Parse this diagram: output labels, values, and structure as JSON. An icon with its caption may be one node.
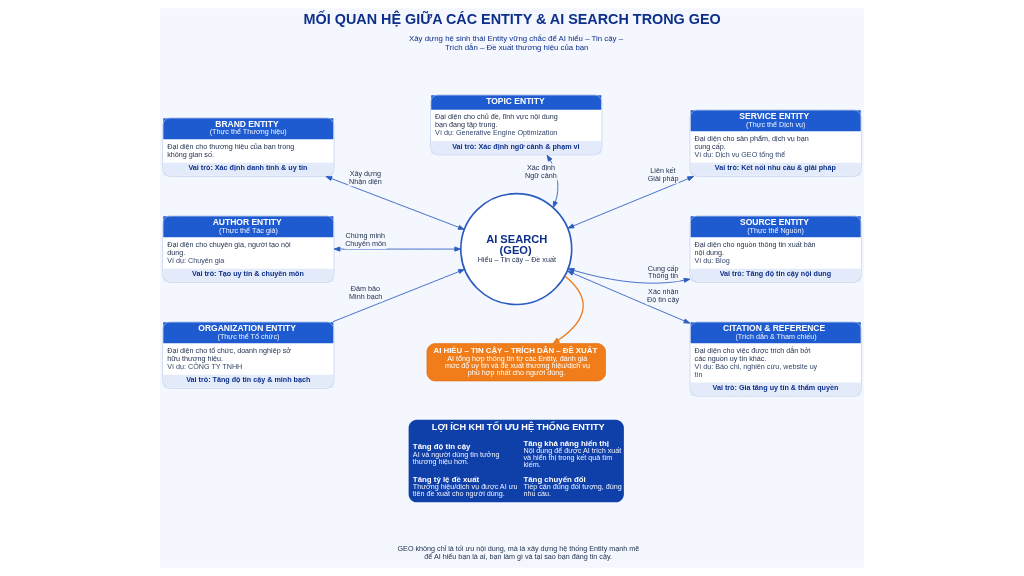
{
  "diagram": {
    "title": "MỐI QUAN HỆ GIỮA CÁC ENTITY & AI SEARCH TRONG GEO",
    "caption": "GEO không chỉ là tối ưu nội dung, mà là xây dựng hệ thống Entity mạnh mẽ để AI hiểu bạn là ai, bạn làm gì và tại sao bạn đáng tin cậy.",
    "nodes": [
      {
        "text": [
          "BRAND ENTITY",
          "(Thực thể Thương hiệu)",
          "Đại diện cho thương hiệu của bạn trong không gian số.",
          "Vai trò: Xác định danh tính & uy tín"
        ]
      },
      {
        "text": [
          "TOPIC ENTITY",
          "Đại diện cho chủ đề, lĩnh vực nội dung bạn đang tập trung.",
          "Ví dụ: Generative Engine Optimization",
          "Vai trò: Xác định ngữ cảnh & phạm vi"
        ]
      },
      {
        "text": [
          "SERVICE ENTITY",
          "(Thực thể Dịch vụ)",
          "Đại diện cho sản phẩm, dịch vụ bạn cung cấp.",
          "Ví dụ: Dịch vụ GEO tổng thể",
          "Vai trò: Kết nối nhu cầu & giải pháp"
        ]
      },
      {
        "text": [
          "AUTHOR ENTITY",
          "(Thực thể Tác giả)",
          "Đại diện cho chuyên gia, người tạo nội dung.",
          "Ví dụ: Chuyên gia",
          "Vai trò: Tạo uy tín & chuyên môn"
        ]
      },
      {
        "text": [
          "AI SEARCH (GEO)",
          "Hiểu – Tin cậy – Đề xuất"
        ]
      },
      {
        "text": [
          "SOURCE ENTITY",
          "(Thực thể Nguồn)",
          "Đại diện cho nguồn thông tin xuất bản nội dung.",
          "Ví dụ: Blog",
          "Vai trò: Tăng độ tin cậy nội dung"
        ]
      },
      {
        "text": [
          "ORGANIZATION ENTITY",
          "(Thực thể Tổ chức)",
          "Đại diện cho tổ chức, doanh nghiệp sở hữu thương hiệu.",
          "Ví dụ: CÔNG TY TNHH",
          "Vai trò: Tăng độ tin cậy & minh bạch"
        ]
      },
      {
        "text": [
          "AI HIỂU – TIN CẬY – TRÍCH DẪN – ĐỀ XUẤT",
          "AI tổng hợp thông tin từ các Entity, đánh giá mức độ uy tín và đề xuất thương hiệu/dịch vụ phù hợp nhất cho người dùng."
        ]
      },
      {
        "text": [
          "CITATION & REFERENCE",
          "(Trích dẫn & Tham chiếu)",
          "Đại diện cho việc được trích dẫn bởi các nguồn uy tín khác.",
          "Ví dụ: Báo chi, nghiên cứu, website uy tín",
          "Vai trò: Gia tăng uy tín & thẩm quyền"
        ]
      },
      {
        "text": [
          "LỢI ÍCH KHI TỐI ƯU HỆ THỐNG ENTITY",
          "Tăng độ tin cậy",
          "AI và người dùng tin tưởng thương hiệu hơn.",
          "Tăng khả năng hiển thị",
          "Nội dung để được AI trích xuất và hiển thị trong kết quả tìm kiếm.",
          "Tăng tỷ lệ đề xuất",
          "Thương hiệu/dịch vụ được AI ưu tiên đề xuất cho người dùng.",
          "Tăng chuyển đổi",
          "Tiếp cận đúng đối tượng, đúng nhu cầu."
        ]
      }
    ],
    "edges": [
      {
        "from": 0,
        "to": 4,
        "arrow": "both",
        "label": "Xây dựng Nhận diện"
      },
      {
        "from": 1,
        "to": 4,
        "arrow": "both",
        "label": "Xác định Ngữ cảnh"
      },
      {
        "from": 2,
        "to": 4,
        "arrow": "both",
        "label": "Liên kết Giải pháp"
      },
      {
        "from": 3,
        "to": 4,
        "arrow": "both",
        "label": "Chứng minh Chuyên môn"
      },
      {
        "from": 5,
        "to": 4,
        "arrow": "both",
        "label": "Cung cấp Thông tin"
      },
      {
        "from": 6,
        "to": 4,
        "arrow": "to",
        "label": "Đảm bảo Minh bạch"
      },
      {
        "from": 8,
        "to": 4,
        "arrow": "both",
        "label": "Xác nhận Độ tin cậy"
      },
      {
        "from": 4,
        "to": 7,
        "arrow": "to",
        "color": "#f07d1a"
      }
    ],
    "labels": [
      "Xây dựng hệ sinh thái Entity vững chắc để AI hiểu – Tin cậy – Trích dẫn – Đề xuất thương hiệu của bạn"
    ]
  }
}
